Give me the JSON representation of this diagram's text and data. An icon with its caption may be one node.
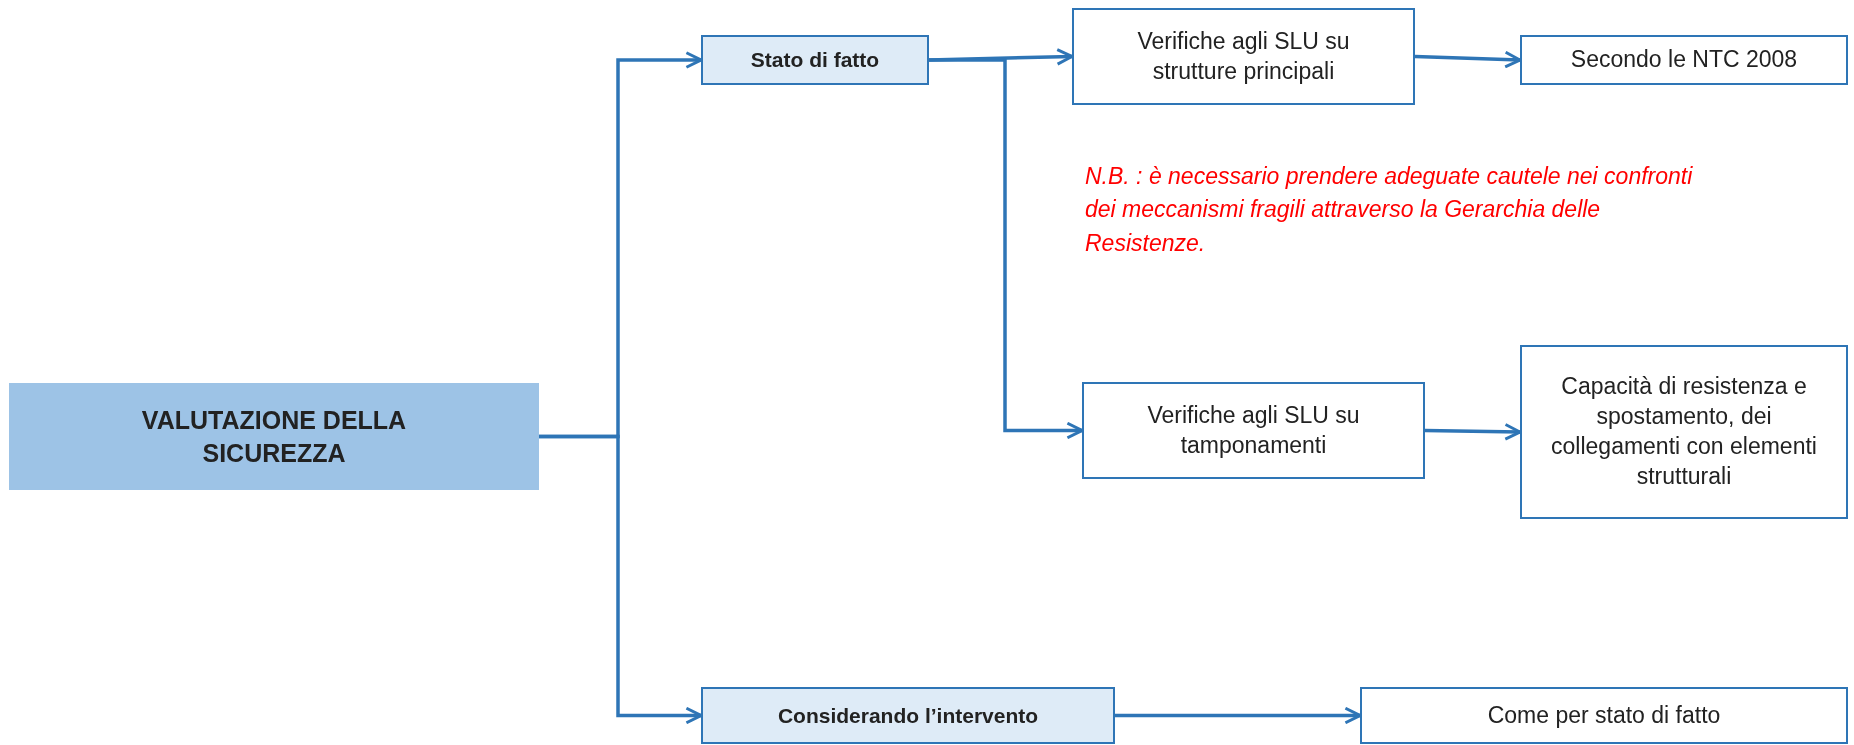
{
  "diagram": {
    "nodes": [
      {
        "text": [
          "VALUTAZIONE DELLA SICUREZZA"
        ]
      },
      {
        "text": [
          "Stato di fatto"
        ]
      },
      {
        "text": [
          "Verifiche agli SLU su strutture principali"
        ]
      },
      {
        "text": [
          "Secondo le NTC 2008"
        ]
      },
      {
        "text": [
          "Verifiche agli SLU su tamponamenti"
        ]
      },
      {
        "text": [
          "Capacità di resistenza e spostamento, dei collegamenti con elementi strutturali"
        ]
      },
      {
        "text": [
          "Considerando l’intervento"
        ]
      },
      {
        "text": [
          "Come per stato di fatto"
        ]
      }
    ],
    "edges": [
      {
        "from": 0,
        "to": 1,
        "arrow": "to"
      },
      {
        "from": 0,
        "to": 6,
        "arrow": "to"
      },
      {
        "from": 1,
        "to": 2,
        "arrow": "to"
      },
      {
        "from": 1,
        "to": 4,
        "arrow": "to"
      },
      {
        "from": 2,
        "to": 3,
        "arrow": "to"
      },
      {
        "from": 4,
        "to": 5,
        "arrow": "to"
      },
      {
        "from": 6,
        "to": 7,
        "arrow": "to"
      }
    ],
    "labels": [
      "N.B. : è necessario prendere adeguate cautele nei confronti dei meccanismi fragili attraverso la Gerarchia delle Resistenze."
    ]
  }
}
